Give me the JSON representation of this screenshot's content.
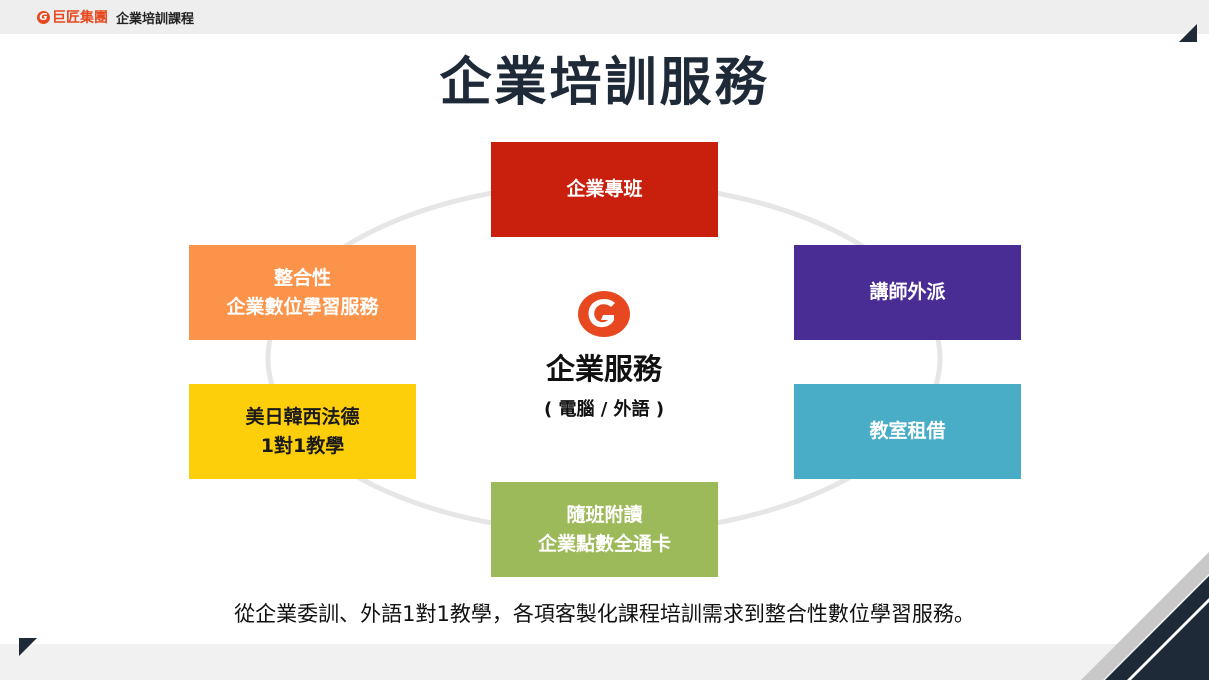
{
  "header": {
    "brand": "巨匠集團",
    "course": "企業培訓課程"
  },
  "title": "企業培訓服務",
  "center": {
    "title": "企業服務",
    "subtitle": "( 電腦 / 外語 )"
  },
  "boxes": {
    "corporate_class": "企業專班",
    "digital_learning": "整合性\n企業數位學習服務",
    "instructor_dispatch": "講師外派",
    "language_tutoring": "美日韓西法德\n1對1教學",
    "classroom_rental": "教室租借",
    "class_pass": "隨班附讀\n企業點數全通卡"
  },
  "caption": "從企業委訓、外語1對1教學，各項客製化課程培訓需求到整合性數位學習服務。",
  "colors": {
    "red": "#c9200d",
    "orange": "#fb944a",
    "purple": "#4a2c95",
    "yellow": "#fdcf0b",
    "teal": "#49adc7",
    "green": "#9cba59",
    "navy": "#1e2a38"
  },
  "icons": {
    "logo": "g-logo-icon"
  }
}
